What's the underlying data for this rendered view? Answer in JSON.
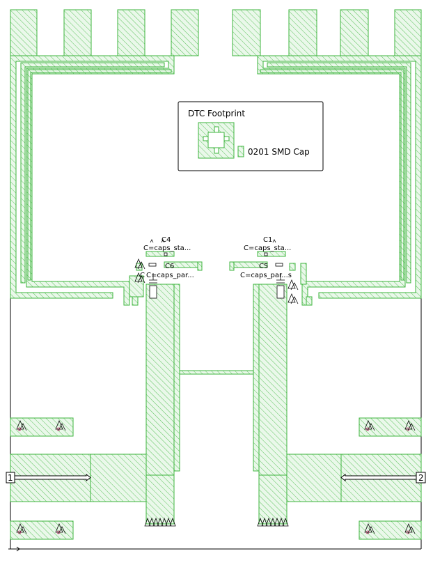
{
  "legend": {
    "title": "DTC Footprint",
    "cap_label": "0201 SMD Cap"
  },
  "components": {
    "c4": {
      "name": "C4",
      "value": "C=caps_sta..."
    },
    "c6": {
      "name": "C6",
      "value": "C=caps_par..."
    },
    "c6_partial": {
      "name": "C"
    },
    "c1": {
      "name": "C1",
      "value": "C=caps_sta..."
    },
    "c5": {
      "name": "C5",
      "value": "C=caps_par...s"
    }
  },
  "ports": {
    "p1": "1",
    "p2": "2"
  },
  "colors": {
    "trace": "#3cb43c",
    "fill": "#e6f7e6",
    "cap_mark": "#c0306a"
  }
}
